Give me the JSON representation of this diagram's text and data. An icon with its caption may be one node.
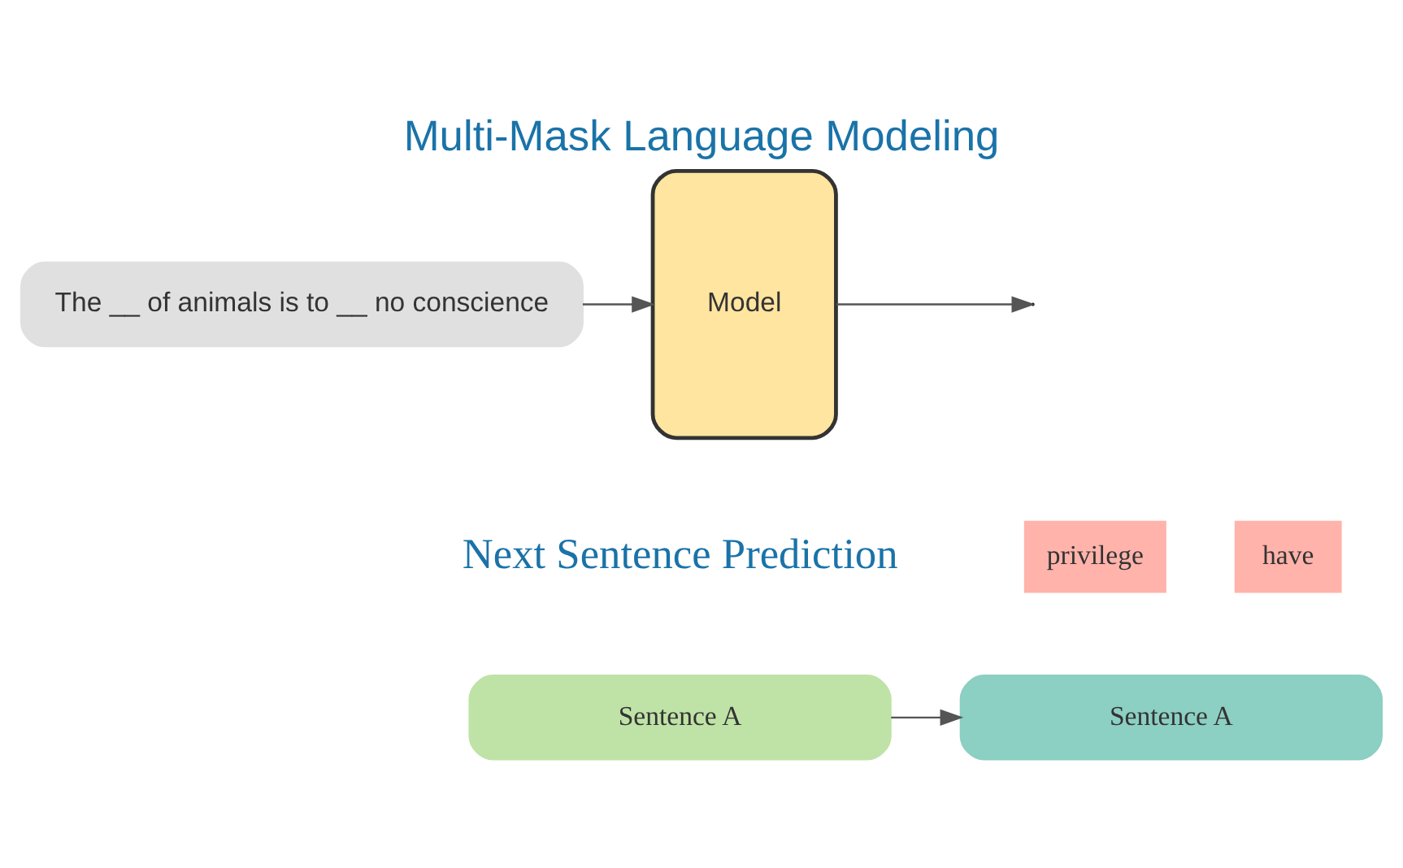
{
  "diagram": {
    "title": "Multi-Mask Language Modeling",
    "nodes": [
      {
        "text": [
          "The __ of animals is to __ no conscience"
        ]
      },
      {
        "text": [
          "Model"
        ]
      },
      {
        "text": [
          "privilege"
        ]
      },
      {
        "text": [
          "have"
        ]
      },
      {
        "text": [
          "Sentence A"
        ]
      },
      {
        "text": [
          "Sentence A"
        ]
      }
    ],
    "edges": [
      {
        "from": 0,
        "to": 1,
        "arrow": "to"
      },
      {
        "from": 1,
        "to": null,
        "arrow": "to"
      },
      {
        "from": 4,
        "to": 5,
        "arrow": "to"
      }
    ],
    "labels": [
      "Next Sentence Prediction"
    ]
  }
}
